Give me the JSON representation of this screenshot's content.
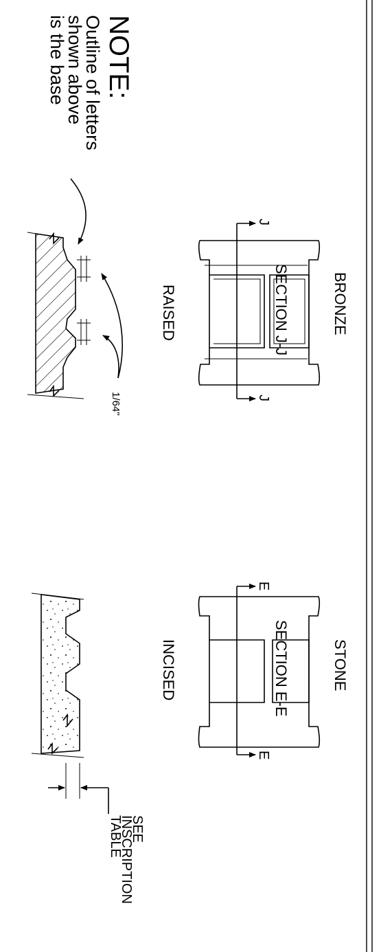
{
  "note": {
    "heading": "NOTE:",
    "lines": [
      "Outline of letters",
      "shown above",
      "is the base"
    ]
  },
  "bronze": {
    "material": "BRONZE",
    "finish": "RAISED",
    "section_title": "SECTION J-J",
    "cut_mark": "J",
    "dimension": "1/64\""
  },
  "stone": {
    "material": "STONE",
    "finish": "INCISED",
    "section_title": "SECTION E-E",
    "cut_mark": "E",
    "callout_lines": [
      "SEE",
      "INSCRIPTION",
      "TABLE"
    ]
  }
}
